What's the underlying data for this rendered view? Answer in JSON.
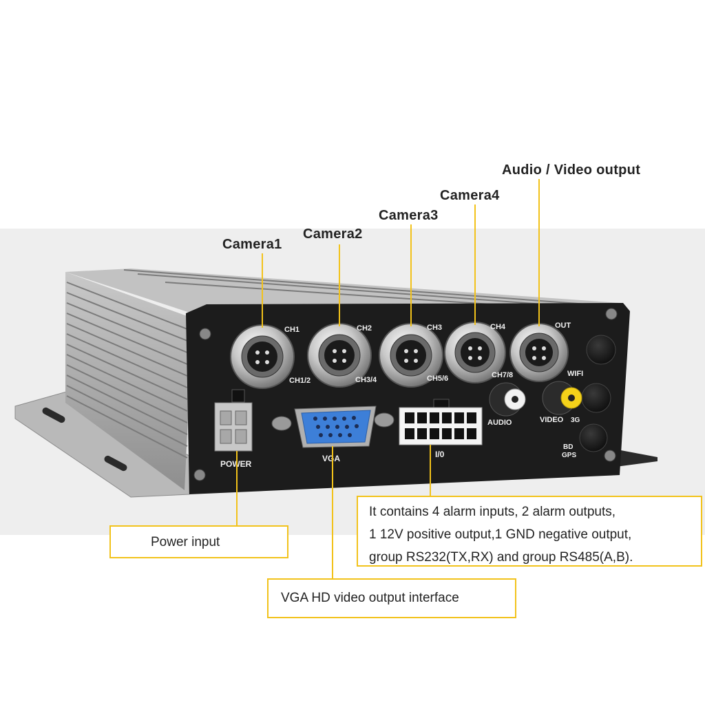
{
  "callouts": {
    "camera1": "Camera1",
    "camera2": "Camera2",
    "camera3": "Camera3",
    "camera4": "Camera4",
    "av_output": "Audio / Video output",
    "power_input": "Power input",
    "vga_output": "VGA HD video output interface",
    "io_description": [
      "It contains 4 alarm inputs, 2 alarm outputs,",
      "1 12V positive output,1 GND negative output,",
      "group RS232(TX,RX) and group RS485(A,B)."
    ]
  },
  "device_labels": {
    "ch1": "CH1",
    "ch2": "CH2",
    "ch3": "CH3",
    "ch4": "CH4",
    "out": "OUT",
    "ch12": "CH1/2",
    "ch34": "CH3/4",
    "ch56": "CH5/6",
    "ch78": "CH7/8",
    "wifi": "WIFI",
    "audio": "AUDIO",
    "video": "VIDEO",
    "g3g": "3G",
    "bd": "BD",
    "gps": "GPS",
    "power": "POWER",
    "vga": "VGA",
    "io": "I/0"
  },
  "colors": {
    "callout_line": "#f2c21a",
    "panel": "#1c1c1c",
    "vga_port": "#3d7fd8",
    "rca_center": "#f4d21a",
    "background_band": "#eeeeee"
  }
}
